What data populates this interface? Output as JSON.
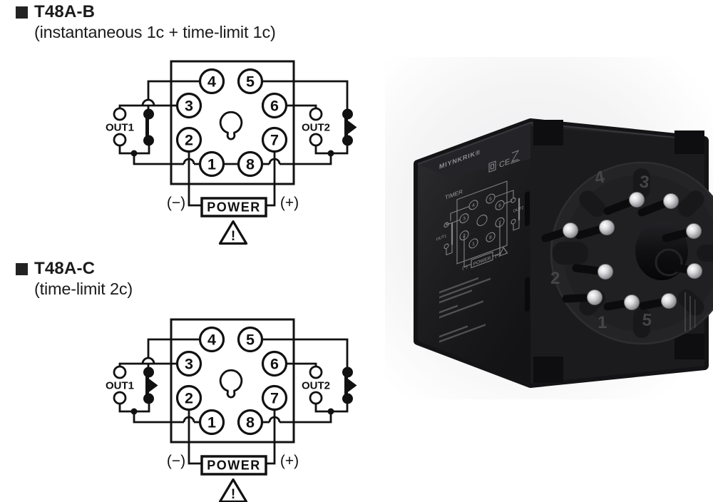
{
  "sections": [
    {
      "title": "T48A-B",
      "subtitle": "(instantaneous 1c + time-limit 1c)"
    },
    {
      "title": "T48A-C",
      "subtitle": "(time-limit 2c)"
    }
  ],
  "diagram_labels": {
    "pins": [
      "1",
      "2",
      "3",
      "4",
      "5",
      "6",
      "7",
      "8"
    ],
    "out1": "OUT1",
    "out2": "OUT2",
    "power": "POWER",
    "minus": "(−)",
    "plus": "(+)",
    "warning": "!"
  },
  "diagrams": [
    {
      "section": "T48A-B",
      "pins_linked_1_8": true,
      "out1_delayed": false,
      "out2_delayed": true
    },
    {
      "section": "T48A-C",
      "pins_linked_1_8": false,
      "out1_delayed": true,
      "out2_delayed": true
    }
  ],
  "photo": {
    "brand": "MIYNKRIK®",
    "ce_mark": "CE",
    "timer_label": "TIMER",
    "molded_numbers": [
      "4",
      "3",
      "2",
      "1",
      "5"
    ]
  },
  "colors": {
    "ink": "#111111",
    "text": "#1b1b1b",
    "relay_body": "#161618",
    "relay_face": "#1b1b1d",
    "print_gray": "#9a9a9d"
  }
}
